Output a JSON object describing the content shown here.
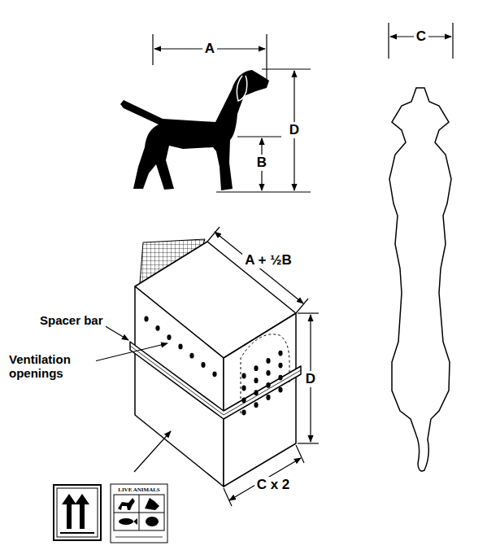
{
  "diagram": {
    "labels": [
      "A",
      "D",
      "B",
      "C",
      "A + ½B",
      "D",
      "C x 2",
      "Spacer bar",
      "Ventilation openings",
      "LIVE ANIMALS"
    ]
  }
}
